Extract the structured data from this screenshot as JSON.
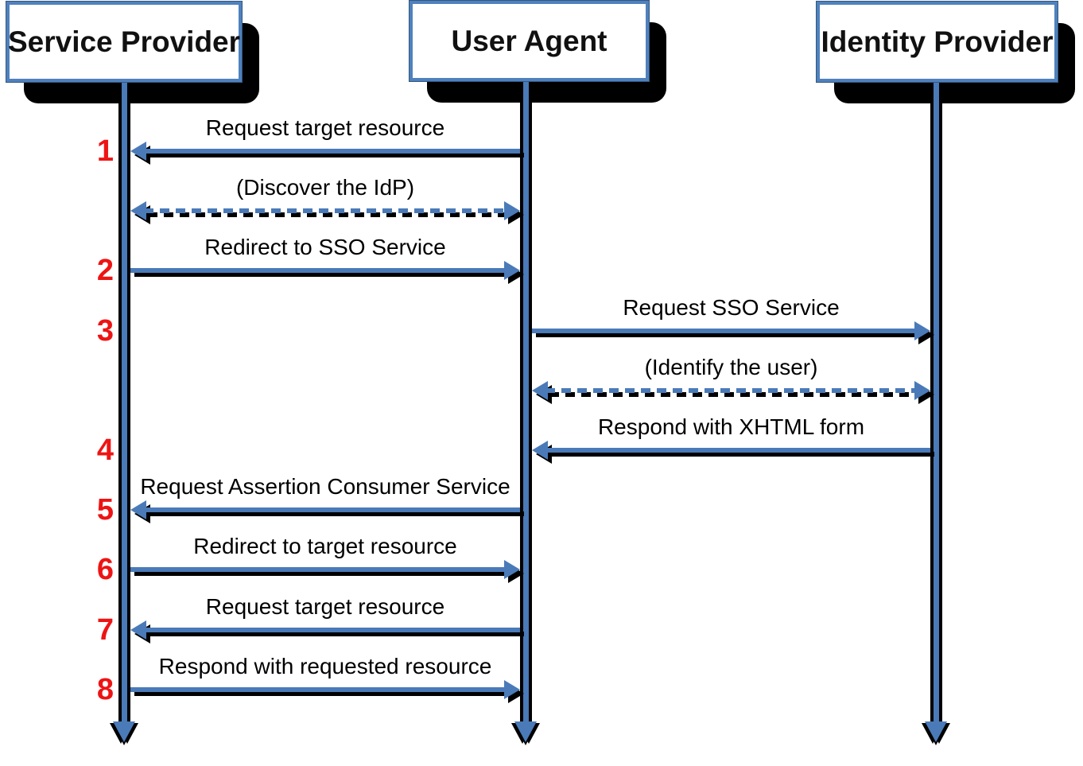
{
  "colors": {
    "accent_blue": "#4a7ab8",
    "box_border_blue": "#4f81bd",
    "number_red": "#ee1414",
    "shadow_black": "#000000",
    "text_black": "#000000"
  },
  "actors": [
    {
      "id": "sp",
      "name": "Service Provider"
    },
    {
      "id": "ua",
      "name": "User Agent"
    },
    {
      "id": "idp",
      "name": "Identity Provider"
    }
  ],
  "messages": [
    {
      "number": "1",
      "label": "Request target resource",
      "from": "ua",
      "to": "sp",
      "style": "solid",
      "bidirectional": false
    },
    {
      "number": "",
      "label": "(Discover the IdP)",
      "from": "sp",
      "to": "ua",
      "style": "dashed",
      "bidirectional": true
    },
    {
      "number": "2",
      "label": "Redirect to SSO Service",
      "from": "sp",
      "to": "ua",
      "style": "solid",
      "bidirectional": false
    },
    {
      "number": "3",
      "label": "Request SSO Service",
      "from": "ua",
      "to": "idp",
      "style": "solid",
      "bidirectional": false
    },
    {
      "number": "",
      "label": "(Identify the user)",
      "from": "ua",
      "to": "idp",
      "style": "dashed",
      "bidirectional": true
    },
    {
      "number": "4",
      "label": "Respond with XHTML form",
      "from": "idp",
      "to": "ua",
      "style": "solid",
      "bidirectional": false
    },
    {
      "number": "5",
      "label": "Request Assertion Consumer Service",
      "from": "ua",
      "to": "sp",
      "style": "solid",
      "bidirectional": false
    },
    {
      "number": "6",
      "label": "Redirect to target resource",
      "from": "sp",
      "to": "ua",
      "style": "solid",
      "bidirectional": false
    },
    {
      "number": "7",
      "label": "Request target resource",
      "from": "ua",
      "to": "sp",
      "style": "solid",
      "bidirectional": false
    },
    {
      "number": "8",
      "label": "Respond with requested resource",
      "from": "sp",
      "to": "ua",
      "style": "solid",
      "bidirectional": false
    }
  ]
}
